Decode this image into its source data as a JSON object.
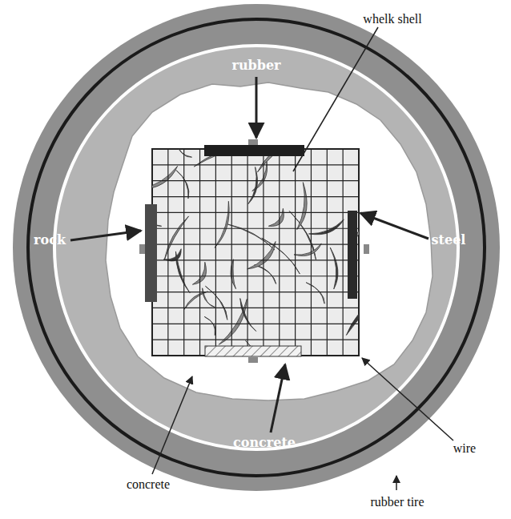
{
  "diagram": {
    "labels": [
      "whelk shell",
      "rubber",
      "rock",
      "steel",
      "concrete",
      "wire",
      "concrete",
      "rubber tire"
    ]
  }
}
